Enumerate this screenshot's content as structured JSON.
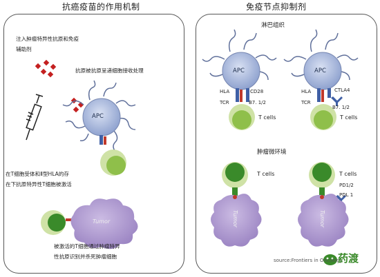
{
  "left_title": "抗癌疫苗的作用机制",
  "right_title": "免疫节点抑制剂",
  "left_panel": {
    "inject_line1": "注入肿瘤特异性抗原和免疫",
    "inject_line2": "辅助剂",
    "process_label": "抗原被抗原呈递细胞接收处理",
    "apc_label": "APC",
    "activate_line1": "在T细胞受体和Ⅱ型HLA的存",
    "activate_line2": "在下抗原特异性T细胞被激活",
    "tumor_label": "Tumor",
    "kill_line1": "被激活的T细胞通过肿瘤特异",
    "kill_line2": "性抗原识别并杀死肿瘤细胞"
  },
  "right_panel": {
    "lymph_title": "淋巴组织",
    "tumor_env_title": "肿瘤微环境",
    "apc_label": "APC",
    "hla": "HLA",
    "tcr": "TCR",
    "cd28": "CD28",
    "ctla4": "CTLA4",
    "b7": "B7. 1/2",
    "tcells": "T cells",
    "pd12": "PD1/2",
    "pdl1": "PDL 1",
    "tumor_label": "Tumor"
  },
  "source": "source:Frontiers in Oncology",
  "logo_text": "药渡",
  "colors": {
    "apc": "#aab8da",
    "tcell_outer": "#cfe2a6",
    "tcell_inner": "#8fbf4a",
    "tumor": "#b6a2d4",
    "antigen": "#cc2222",
    "receptor_blue": "#3f5fa5",
    "receptor_red": "#c0392b",
    "accent_green": "#3a8a2a"
  }
}
